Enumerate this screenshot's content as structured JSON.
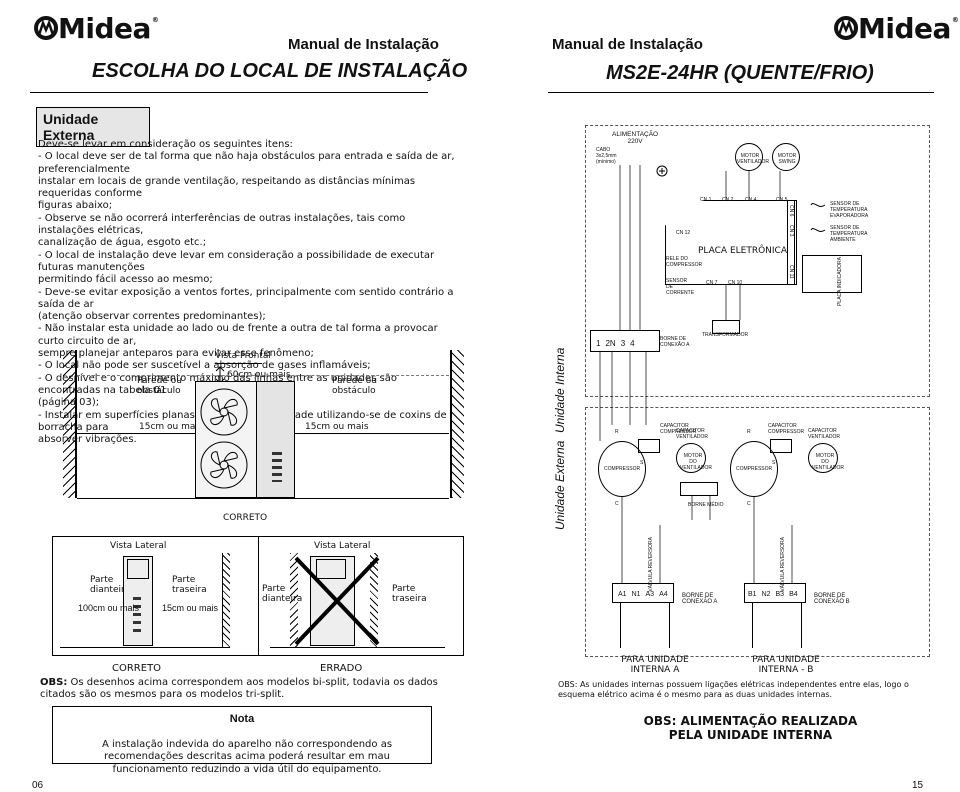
{
  "left": {
    "logo": "Midea",
    "header": "Manual de Instalação",
    "title": "ESCOLHA DO LOCAL DE INSTALAÇÃO",
    "section_label": "Unidade Externa",
    "intro": "Deve-se levar em consideração os seguintes itens:",
    "items": [
      "- O local deve ser de tal forma que não haja obstáculos para entrada e saída de ar, preferencialmente",
      "instalar em locais de grande ventilação, respeitando as distâncias mínimas requeridas conforme",
      "figuras abaixo;",
      "- Observe se não ocorrerá interferências de outras instalações, tais como instalações elétricas,",
      "canalização de água, esgoto etc.;",
      "- O local de instalação deve levar em consideração a possibilidade de executar futuras manutenções",
      "permitindo fácil acesso ao mesmo;",
      "- Deve-se evitar exposição a ventos fortes, principalmente com sentido contrário a saída de ar",
      "(atenção observar correntes predominantes);",
      "- Não instalar esta unidade ao lado ou de frente a outra de tal forma a provocar curto circuito de ar,",
      "sempre planejar anteparos para evitar esse fenômeno;",
      "- O local não pode ser suscetível a absorção de gases inflamáveis;",
      "- O desnível e o comprimento máximo das linhas entre as unidades são encontradas na tabela 01",
      "(página 03);",
      "- Instalar em superfícies planas fixando bem a unidade utilizando-se de coxins de borracha para",
      "absorver vibrações."
    ],
    "front": {
      "title": "Vista Frontal",
      "top_clearance": "60cm ou mais",
      "left_wall": "Parede ou obstáculo",
      "right_wall": "Parede ou obstáculo",
      "left_clearance": "15cm ou mais",
      "right_clearance": "15cm ou mais",
      "caption": "CORRETO"
    },
    "side_ok": {
      "title": "Vista Lateral",
      "front_label": "Parte dianteira",
      "back_label": "Parte traseira",
      "front_clearance": "100cm ou mais",
      "back_clearance": "15cm ou mais",
      "caption": "CORRETO"
    },
    "side_bad": {
      "title": "Vista Lateral",
      "front_label": "Parte dianteira",
      "back_label": "Parte traseira",
      "caption": "ERRADO"
    },
    "obs_bold": "OBS:",
    "obs_text": "Os desenhos acima correspondem aos modelos bi-split, todavia os dados citados são os mesmos para os modelos tri-split.",
    "note_title": "Nota",
    "note_text": "A instalação indevida do aparelho não correspondendo as recomendações descritas acima poderá resultar em mau funcionamento reduzindo a vida útil do equipamento.",
    "page_number": "06"
  },
  "right": {
    "logo": "Midea",
    "header": "Manual de Instalação",
    "title": "MS2E-24HR (QUENTE/FRIO)",
    "diagram": {
      "power_title": "ALIMENTAÇÃO",
      "power_voltage": "220V",
      "cable": "CABO 3x2,5mm (mínimo)",
      "board": "PLACA ELETRÔNICA",
      "cn1": "CN 1",
      "cn2": "CN 2",
      "cn4": "CN 4",
      "cn5": "CN 5",
      "cn6": "CN 6",
      "cn7": "CN 7",
      "cn10": "CN 10",
      "cn11": "CN 11",
      "cn12": "CN 12",
      "cn3": "CN 3",
      "motor_fan": "MOTOR VENTILADOR",
      "motor_swing": "MOTOR SWING",
      "sensor_evap": "SENSOR DE TEMPERATURA EVAPORADORA",
      "sensor_amb": "SENSOR DE TEMPERATURA AMBIENTE",
      "rele": "RELE DO COMPRESSOR",
      "sensor_corr": "SENSOR DE CORRENTE",
      "placa_indicadora": "PLACA INDICADORA",
      "terminals_int": [
        "1",
        "2N",
        "3",
        "4"
      ],
      "borne_a": "BORNE DE CONEXÃO A",
      "transformer": "TRANSFORMADOR",
      "unit_int": "Unidade Interna",
      "unit_ext": "Unidade Externa",
      "cap_comp": "CAPACITOR COMPRESSOR",
      "cap_vent": "CAPACITOR VENTILADOR",
      "compressor": "COMPRESSOR",
      "motor_vent": "MOTOR DO VENTILADOR",
      "borne_medio": "BORNE MÉDIO",
      "valve": "VÁLVULA REVERSORA",
      "r": "R",
      "s": "S",
      "c": "C",
      "terminals_a": [
        "A1",
        "N1",
        "A3",
        "A4"
      ],
      "terminals_b": [
        "B1",
        "N2",
        "B3",
        "B4"
      ],
      "borne_a2": "BORNE DE CONEXÃO A",
      "borne_b": "BORNE DE CONEXÃO B",
      "para_a": "PARA UNIDADE INTERNA  A",
      "para_b": "PARA UNIDADE INTERNA - B"
    },
    "obs": "OBS: As unidades internas possuem ligações elétricas independentes entre elas, logo o esquema elétrico acima é o mesmo para as duas unidades internas.",
    "obs2_line1": "OBS: ALIMENTAÇÃO REALIZADA",
    "obs2_line2": "PELA UNIDADE INTERNA",
    "page_number": "15"
  }
}
